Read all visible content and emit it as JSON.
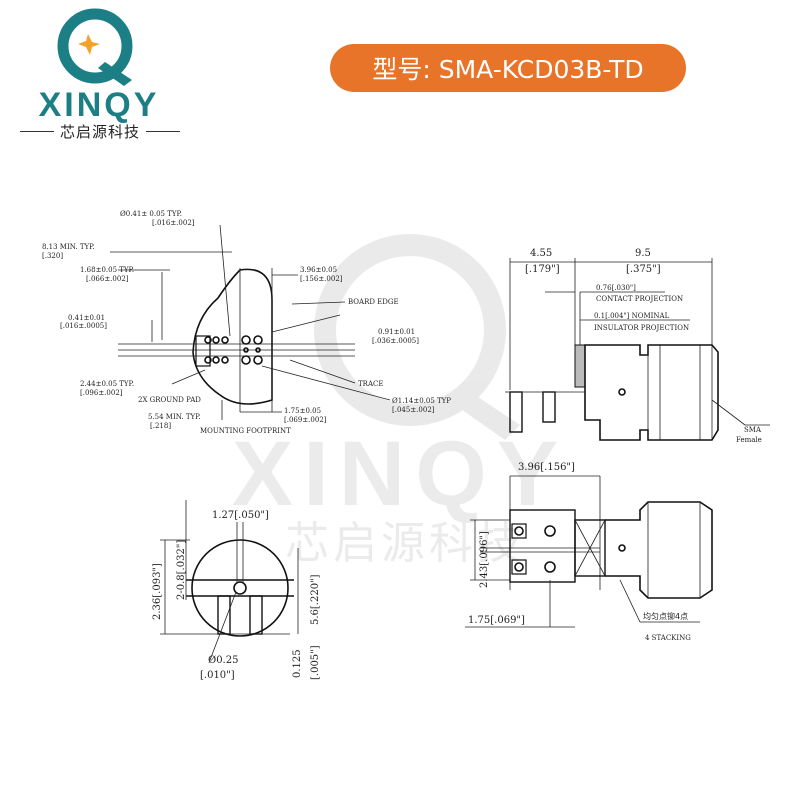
{
  "brand": {
    "name": "XINQY",
    "subtitle": "芯启源科技",
    "accent": "#1d7f86",
    "logo_dot": "#f2a22a"
  },
  "header": {
    "model_label": "型号: SMA-KCD03B-TD",
    "pill_color": "#e8742a"
  },
  "watermark": {
    "text": "XINQY",
    "subtitle": "芯启源科技"
  },
  "footprint": {
    "d1": "Ø0.41± 0.05 TYP.",
    "d1b": "[.016±.002]",
    "d2": "8.13 MIN. TYP.",
    "d2b": "[.320]",
    "d3": "1.68±0.05 TYP.",
    "d3b": "[.066±.002]",
    "d4": "0.41±0.01",
    "d4b": "[.016±.0005]",
    "d5": "2.44±0.05 TYP.",
    "d5b": "[.096±.002]",
    "d6": "2X GROUND PAD",
    "d7": "5.54 MIN. TYP.",
    "d7b": "[.218]",
    "d8": "MOUNTING FOOTPRINT",
    "d9": "3.96±0.05",
    "d9b": "[.156±.002]",
    "d10": "BOARD EDGE",
    "d11": "0.91±0.01",
    "d11b": "[.036±.0005]",
    "d12": "TRACE",
    "d13": "1.75±0.05",
    "d13b": "[.069±.002]",
    "d14": "Ø1.14±0.05 TYP",
    "d14b": "[.045±.002]"
  },
  "side_view": {
    "w1": "4.55",
    "w1b": "[.179\"]",
    "w2": "9.5",
    "w2b": "[.375\"]",
    "c1": "0.76[.030\"]",
    "c2": "CONTACT PROJECTION",
    "c3": "0.1[.004\"] NOMINAL",
    "c4": "INSULATOR PROJECTION",
    "sma": "SMA",
    "female": "Female"
  },
  "front_view": {
    "a": "1.27[.050\"]",
    "b": "2.36[.093\"]",
    "c": "2-0.8[.032\"]",
    "d": "5.6[.220\"]",
    "e": "Ø0.25",
    "eb": "[.010\"]",
    "f": "0.125",
    "fb": "[.005\"]"
  },
  "top_view": {
    "a": "3.96[.156\"]",
    "b": "2.43[.096\"]",
    "c": "1.75[.069\"]",
    "d": "均匀点铆4点",
    "e": "4 STACKING"
  }
}
